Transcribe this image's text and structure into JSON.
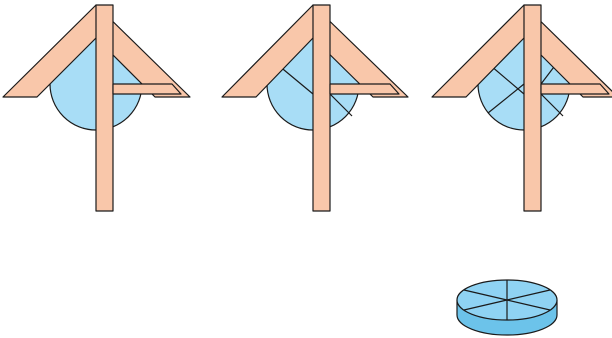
{
  "colors": {
    "background": "#ffffff",
    "circle_fill": "#a8ddf6",
    "ruler_fill": "#f9c7aa",
    "outline": "#1a1a1a",
    "disc_top": "#8fd3f3",
    "disc_side": "#6cc3ea"
  },
  "panels": [
    {
      "cuts": 0
    },
    {
      "cuts": 2
    },
    {
      "cuts": 4
    }
  ],
  "cake": {
    "pieces": 6
  }
}
